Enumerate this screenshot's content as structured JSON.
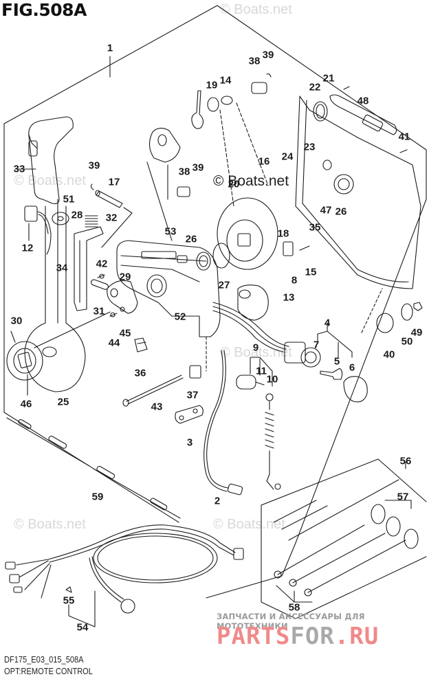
{
  "figure": {
    "title": "FIG.508A",
    "code": "DF175_E03_015_508A",
    "caption": "OPT:REMOTE CONTROL"
  },
  "watermarks": {
    "boats": "© Boats.net",
    "boats_center": "© Boats.net",
    "reseller_subtitle": "ЗАПЧАСТИ И АКСЕССУАРЫ ДЛЯ МОТОТЕХНИКИ",
    "reseller_logo_part1": "PARTS",
    "reseller_logo_part2": "FOR",
    "reseller_logo_part3": ".RU"
  },
  "colors": {
    "line": "#1a1a1a",
    "watermark": "#d8d8d8",
    "logo_red": "#f08a8a",
    "logo_gray": "#a9a9a9"
  },
  "callouts": [
    {
      "id": "1",
      "label": "1"
    },
    {
      "id": "2",
      "label": "2"
    },
    {
      "id": "3",
      "label": "3"
    },
    {
      "id": "4",
      "label": "4"
    },
    {
      "id": "5",
      "label": "5"
    },
    {
      "id": "6",
      "label": "6"
    },
    {
      "id": "7",
      "label": "7"
    },
    {
      "id": "8",
      "label": "8"
    },
    {
      "id": "9",
      "label": "9"
    },
    {
      "id": "10",
      "label": "10"
    },
    {
      "id": "11",
      "label": "11"
    },
    {
      "id": "12",
      "label": "12"
    },
    {
      "id": "13",
      "label": "13"
    },
    {
      "id": "14",
      "label": "14"
    },
    {
      "id": "15",
      "label": "15"
    },
    {
      "id": "16",
      "label": "16"
    },
    {
      "id": "17",
      "label": "17"
    },
    {
      "id": "18",
      "label": "18"
    },
    {
      "id": "19",
      "label": "19"
    },
    {
      "id": "20",
      "label": "20"
    },
    {
      "id": "21",
      "label": "21"
    },
    {
      "id": "22",
      "label": "22"
    },
    {
      "id": "23",
      "label": "23"
    },
    {
      "id": "24",
      "label": "24"
    },
    {
      "id": "25",
      "label": "25"
    },
    {
      "id": "26a",
      "label": "26"
    },
    {
      "id": "26b",
      "label": "26"
    },
    {
      "id": "27",
      "label": "27"
    },
    {
      "id": "28",
      "label": "28"
    },
    {
      "id": "29",
      "label": "29"
    },
    {
      "id": "30",
      "label": "30"
    },
    {
      "id": "31",
      "label": "31"
    },
    {
      "id": "32",
      "label": "32"
    },
    {
      "id": "33",
      "label": "33"
    },
    {
      "id": "34",
      "label": "34"
    },
    {
      "id": "35",
      "label": "35"
    },
    {
      "id": "36",
      "label": "36"
    },
    {
      "id": "37",
      "label": "37"
    },
    {
      "id": "38a",
      "label": "38"
    },
    {
      "id": "38b",
      "label": "38"
    },
    {
      "id": "39a",
      "label": "39"
    },
    {
      "id": "39b",
      "label": "39"
    },
    {
      "id": "39c",
      "label": "39"
    },
    {
      "id": "40",
      "label": "40"
    },
    {
      "id": "41",
      "label": "41"
    },
    {
      "id": "42",
      "label": "42"
    },
    {
      "id": "43",
      "label": "43"
    },
    {
      "id": "44",
      "label": "44"
    },
    {
      "id": "45",
      "label": "45"
    },
    {
      "id": "46",
      "label": "46"
    },
    {
      "id": "47",
      "label": "47"
    },
    {
      "id": "48",
      "label": "48"
    },
    {
      "id": "49",
      "label": "49"
    },
    {
      "id": "50",
      "label": "50"
    },
    {
      "id": "51",
      "label": "51"
    },
    {
      "id": "52",
      "label": "52"
    },
    {
      "id": "53",
      "label": "53"
    },
    {
      "id": "54",
      "label": "54"
    },
    {
      "id": "55",
      "label": "55"
    },
    {
      "id": "56",
      "label": "56"
    },
    {
      "id": "57",
      "label": "57"
    },
    {
      "id": "58",
      "label": "58"
    },
    {
      "id": "59",
      "label": "59"
    }
  ]
}
